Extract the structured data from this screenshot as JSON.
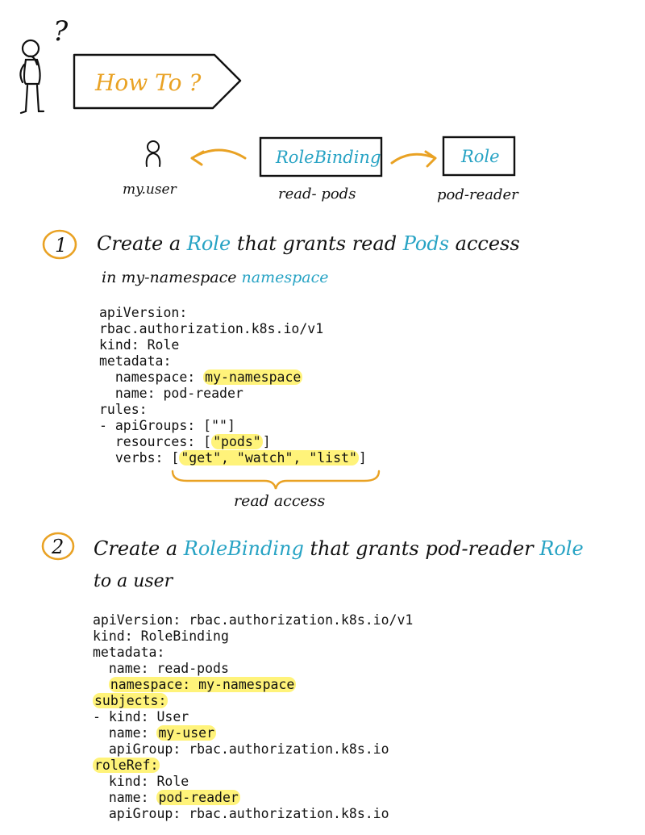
{
  "header": {
    "question_mark": "?",
    "title": "How To ?"
  },
  "flow": {
    "user_label": "my.user",
    "rolebinding_box": "RoleBinding",
    "rolebinding_label": "read- pods",
    "role_box": "Role",
    "role_label": "pod-reader"
  },
  "step1": {
    "number": "1",
    "title": {
      "a": "Create a",
      "b": "Role",
      "c": "that grants read",
      "d": "Pods",
      "e": "access"
    },
    "subtitle": {
      "a": "in my-namespace",
      "b": "namespace"
    },
    "code": {
      "l1": "apiVersion:",
      "l2": "rbac.authorization.k8s.io/v1",
      "l3": "kind: Role",
      "l4": "metadata:",
      "l5a": "  namespace: ",
      "l5b": "my-namespace",
      "l6": "  name: pod-reader",
      "l7": "rules:",
      "l8": "- apiGroups: [\"\"]",
      "l9a": "  resources: [",
      "l9b": "\"pods\"",
      "l9c": "]",
      "l10a": "  verbs: [",
      "l10b": "\"get\", \"watch\", \"list\"",
      "l10c": "]"
    },
    "brace_label": "read access"
  },
  "step2": {
    "number": "2",
    "title": {
      "a": "Create a",
      "b": "RoleBinding",
      "c": "that grants pod-reader",
      "d": "Role"
    },
    "subtitle": "to a user",
    "code": {
      "l1": "apiVersion: rbac.authorization.k8s.io/v1",
      "l2": "kind: RoleBinding",
      "l3": "metadata:",
      "l4": "  name: read-pods",
      "l5": "namespace: my-namespace",
      "l6": "subjects:",
      "l7": "- kind: User",
      "l8a": "  name: ",
      "l8b": "my-user",
      "l9": "  apiGroup: rbac.authorization.k8s.io",
      "l10": "roleRef:",
      "l11": "  kind: Role",
      "l12a": "  name: ",
      "l12b": "pod-reader",
      "l13": "  apiGroup: rbac.authorization.k8s.io"
    }
  },
  "colors": {
    "accent_orange": "#e9a224",
    "accent_cyan": "#27a3c4",
    "highlight_yellow": "#fff37a",
    "ink": "#111111"
  }
}
